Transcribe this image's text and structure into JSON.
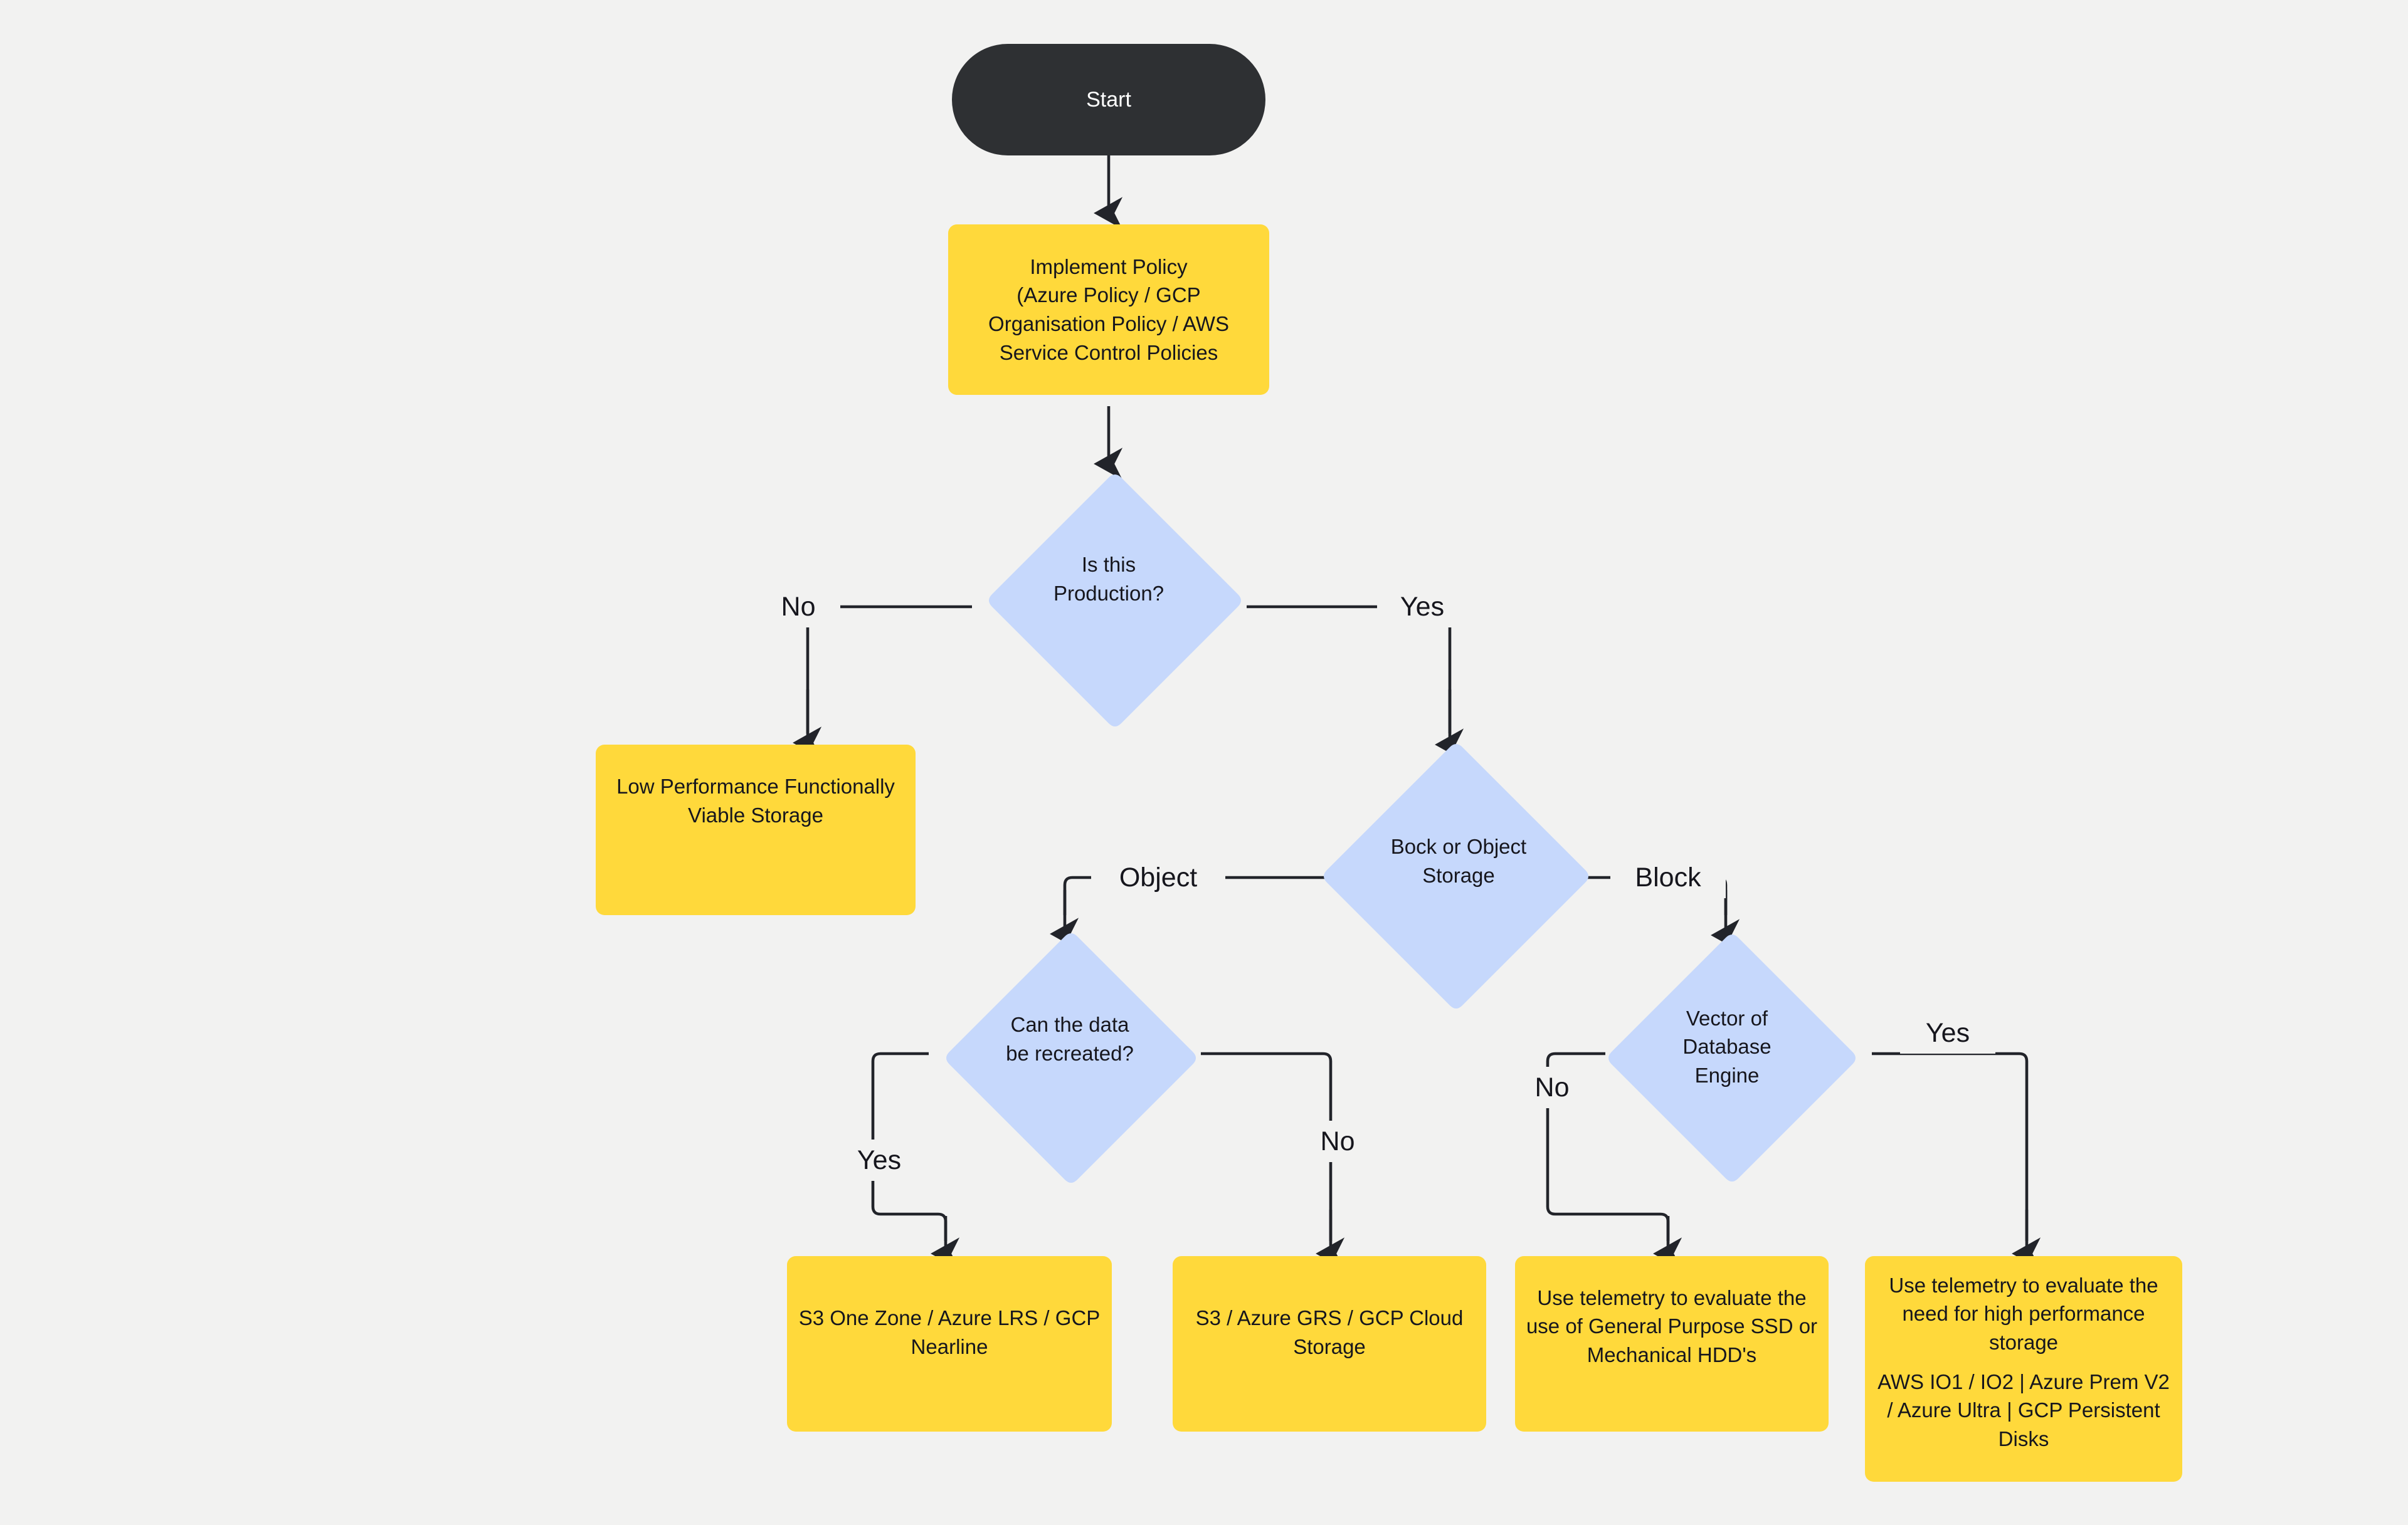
{
  "diagram": {
    "title": "Cloud Storage Selection Decision Flowchart",
    "background_color": "#f2f2f1",
    "colors": {
      "start_fill": "#2e3033",
      "start_text": "#ffffff",
      "process_fill": "#ffd93b",
      "decision_fill": "#c6d8fc",
      "text": "#16161d",
      "connector": "#22242a"
    }
  },
  "nodes": {
    "start": {
      "label": "Start",
      "type": "terminator"
    },
    "implement_policy": {
      "label": "Implement Policy\n(Azure Policy / GCP\nOrganisation Policy / AWS\nService Control Policies",
      "type": "process"
    },
    "is_production": {
      "label": "Is this\nProduction?",
      "type": "decision"
    },
    "low_perf_storage": {
      "label": "Low Performance Functionally\nViable Storage",
      "type": "process"
    },
    "block_or_object": {
      "label": "Bock or Object\nStorage",
      "type": "decision"
    },
    "can_recreate": {
      "label": "Can the data\nbe recreated?",
      "type": "decision"
    },
    "vector_db_engine": {
      "label": "Vector of\nDatabase\nEngine",
      "type": "decision"
    },
    "s3_one_zone": {
      "label": "S3 One Zone / Azure LRS / GCP\nNearline",
      "type": "process"
    },
    "s3_grs": {
      "label": "S3 / Azure GRS / GCP Cloud\nStorage",
      "type": "process"
    },
    "telemetry_general": {
      "label": "Use telemetry to evaluate the\nuse of General Purpose SSD or\nMechanical HDD's",
      "type": "process"
    },
    "telemetry_high_perf": {
      "label": "Use telemetry to evaluate  the\nneed for high performance\nstorage",
      "type": "process"
    },
    "telemetry_high_perf_detail": {
      "label": "AWS IO1 / IO2  | Azure Prem V2\n/ Azure Ultra  | GCP Persistent\nDisks",
      "type": "process-detail"
    }
  },
  "edges": [
    {
      "id": "start-to-policy",
      "from": "start",
      "to": "implement_policy",
      "label": ""
    },
    {
      "id": "policy-to-production",
      "from": "implement_policy",
      "to": "is_production",
      "label": ""
    },
    {
      "id": "production-no",
      "from": "is_production",
      "to": "low_perf_storage",
      "label": "No"
    },
    {
      "id": "production-yes",
      "from": "is_production",
      "to": "block_or_object",
      "label": "Yes"
    },
    {
      "id": "storage-object",
      "from": "block_or_object",
      "to": "can_recreate",
      "label": "Object"
    },
    {
      "id": "storage-block",
      "from": "block_or_object",
      "to": "vector_db_engine",
      "label": "Block"
    },
    {
      "id": "recreate-yes",
      "from": "can_recreate",
      "to": "s3_one_zone",
      "label": "Yes"
    },
    {
      "id": "recreate-no",
      "from": "can_recreate",
      "to": "s3_grs",
      "label": "No"
    },
    {
      "id": "vector-no",
      "from": "vector_db_engine",
      "to": "telemetry_general",
      "label": "No"
    },
    {
      "id": "vector-yes",
      "from": "vector_db_engine",
      "to": "telemetry_high_perf",
      "label": "Yes"
    }
  ]
}
